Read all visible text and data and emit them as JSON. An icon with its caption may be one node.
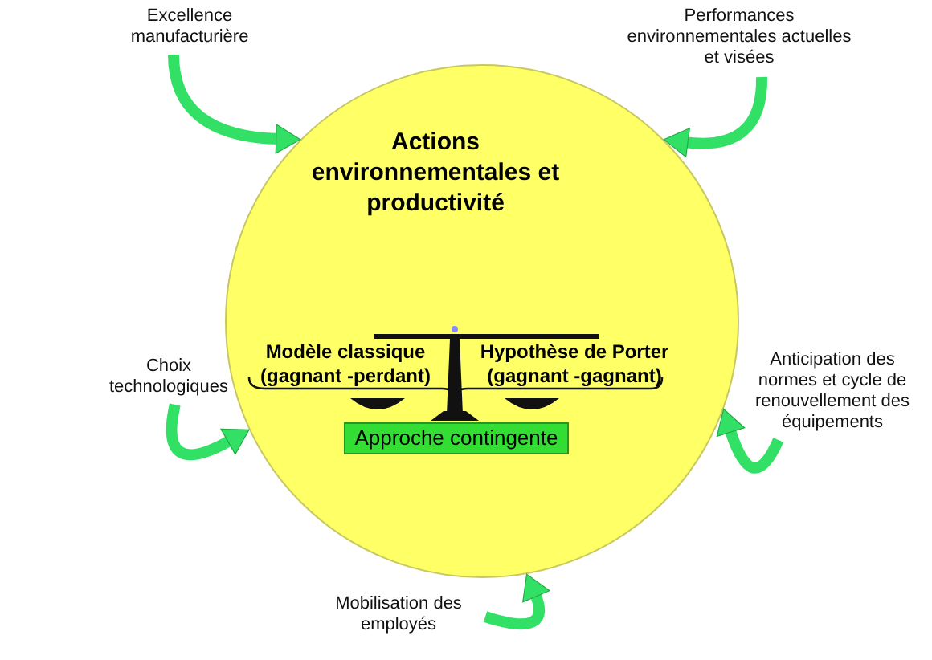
{
  "diagram": {
    "nodes": [
      {
        "text": [
          "Excellence manufacturière"
        ]
      },
      {
        "text": [
          "Performances environnementales actuelles et visées"
        ]
      },
      {
        "text": [
          "Actions environnementales et productivité"
        ]
      },
      {
        "text": [
          "Approche contingente"
        ],
        "in": 2
      },
      {
        "text": [
          "Choix technologiques"
        ]
      },
      {
        "text": [
          "Anticipation des normes et cycle de renouvellement des équipements"
        ]
      },
      {
        "text": [
          "Mobilisation des employés"
        ]
      }
    ],
    "edges": [
      {
        "from": 0,
        "to": 2,
        "arrow": "to"
      },
      {
        "from": 1,
        "to": 2,
        "arrow": "to"
      },
      {
        "from": 4,
        "to": 2,
        "arrow": "to"
      },
      {
        "from": 5,
        "to": 2,
        "arrow": "to"
      },
      {
        "from": 6,
        "to": 2,
        "arrow": "to"
      }
    ],
    "labels": [
      "Modèle classique (gagnant -perdant)",
      "Hypothèse de Porter (gagnant -gagnant)"
    ]
  }
}
